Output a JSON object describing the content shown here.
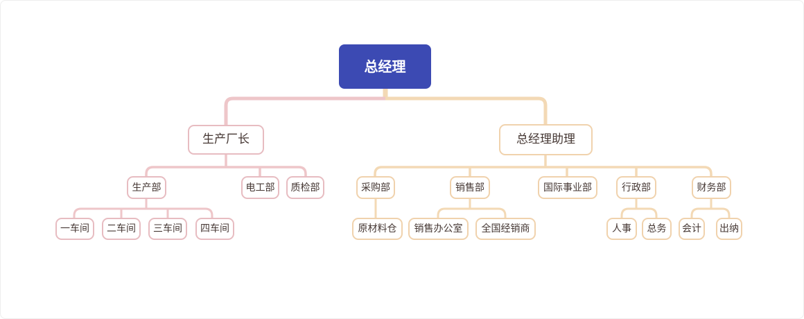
{
  "theme": {
    "canvas_bg": "#ffffff",
    "frame_border": "#ededed",
    "root_bg": "#3c4ab3",
    "root_text": "#ffffff",
    "left_line": "#eec6c9",
    "left_border": "#e7bcc1",
    "right_line": "#f3d9b5",
    "right_border": "#f0d2ad",
    "text_dark": "#453733"
  },
  "org": {
    "root": {
      "label": "总经理",
      "children": [
        {
          "label": "生产厂长",
          "children": [
            {
              "label": "生产部",
              "children": [
                {
                  "label": "一车间"
                },
                {
                  "label": "二车间"
                },
                {
                  "label": "三车间"
                },
                {
                  "label": "四车间"
                }
              ]
            },
            {
              "label": "电工部"
            },
            {
              "label": "质检部"
            }
          ]
        },
        {
          "label": "总经理助理",
          "children": [
            {
              "label": "采购部",
              "children": [
                {
                  "label": "原材料仓"
                }
              ]
            },
            {
              "label": "销售部",
              "children": [
                {
                  "label": "销售办公室"
                },
                {
                  "label": "全国经销商"
                }
              ]
            },
            {
              "label": "国际事业部"
            },
            {
              "label": "行政部",
              "children": [
                {
                  "label": "人事"
                },
                {
                  "label": "总务"
                }
              ]
            },
            {
              "label": "财务部",
              "children": [
                {
                  "label": "会计"
                },
                {
                  "label": "出纳"
                }
              ]
            }
          ]
        }
      ]
    }
  }
}
